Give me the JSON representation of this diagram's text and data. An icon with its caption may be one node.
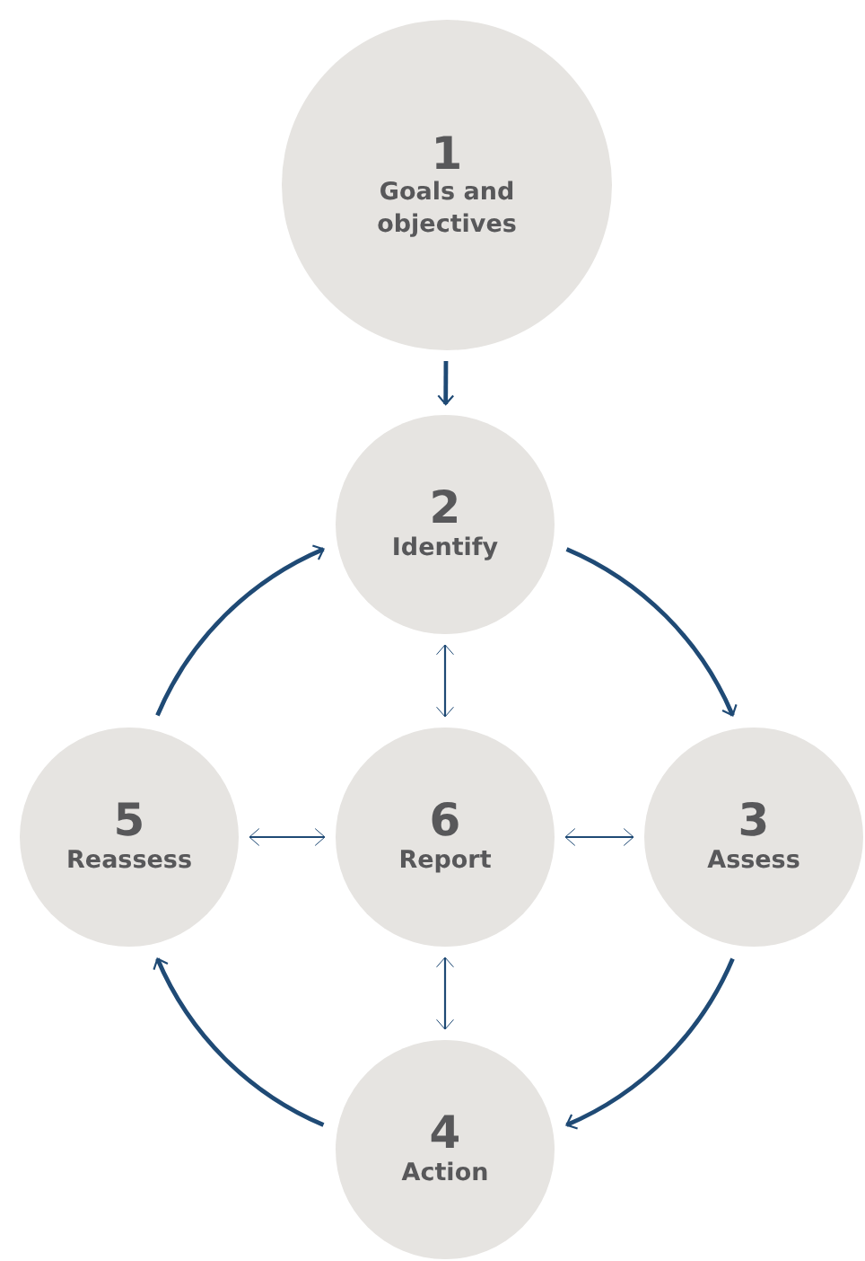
{
  "diagram": {
    "nodes": [
      {
        "text": [
          "1",
          "Goals and objectives"
        ]
      },
      {
        "text": [
          "2",
          "Identify"
        ]
      },
      {
        "text": [
          "3",
          "Assess"
        ]
      },
      {
        "text": [
          "4",
          "Action"
        ]
      },
      {
        "text": [
          "5",
          "Reassess"
        ]
      },
      {
        "text": [
          "6",
          "Report"
        ]
      }
    ],
    "edges": [
      {
        "from": 0,
        "to": 1,
        "arrow": "to"
      },
      {
        "from": 1,
        "to": 2,
        "arrow": "to"
      },
      {
        "from": 2,
        "to": 3,
        "arrow": "to"
      },
      {
        "from": 3,
        "to": 4,
        "arrow": "to"
      },
      {
        "from": 4,
        "to": 1,
        "arrow": "to"
      },
      {
        "from": 5,
        "to": 1,
        "arrow": "both"
      },
      {
        "from": 5,
        "to": 4,
        "arrow": "both"
      },
      {
        "from": 5,
        "to": 2,
        "arrow": "both"
      },
      {
        "from": 5,
        "to": 3,
        "arrow": "both"
      }
    ]
  }
}
